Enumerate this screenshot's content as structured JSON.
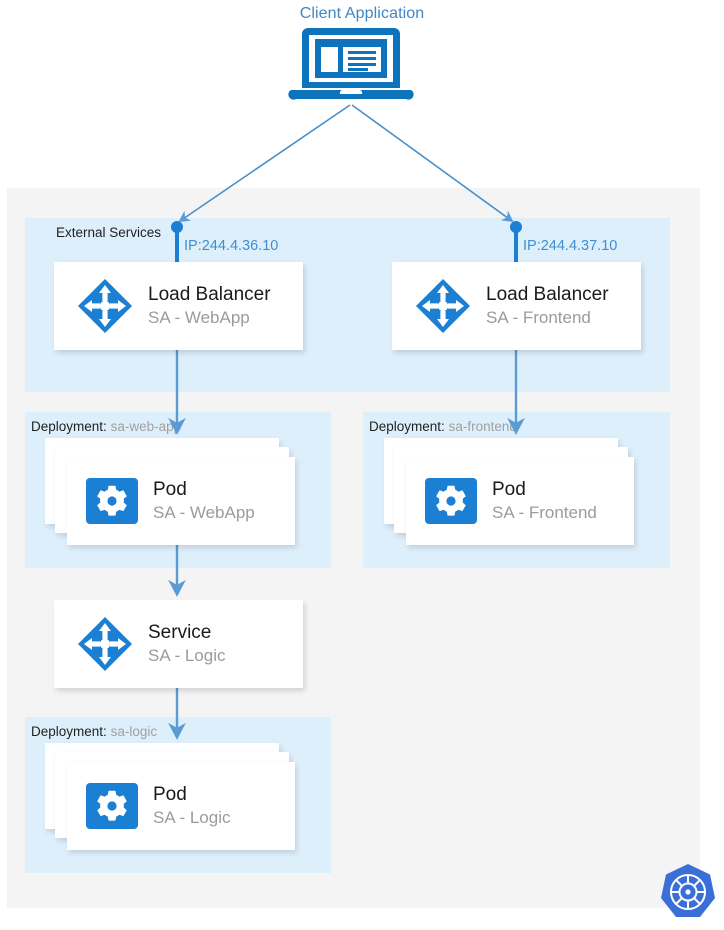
{
  "diagram": {
    "title": "Client Application",
    "client": {
      "label": "Client Application",
      "icon": "laptop-icon"
    },
    "cluster": {
      "background_color": "#f4f4f4",
      "panel_color": "#deeffc"
    },
    "groups": [
      {
        "id": "external-services",
        "label_strong": "External Services",
        "label_soft": "",
        "type": "external-services"
      },
      {
        "id": "deployment-sa-web-app",
        "label_strong": "Deployment:",
        "label_soft": "sa-web-app",
        "type": "deployment"
      },
      {
        "id": "deployment-sa-frontend",
        "label_strong": "Deployment:",
        "label_soft": "sa-frontend",
        "type": "deployment"
      },
      {
        "id": "deployment-sa-logic",
        "label_strong": "Deployment:",
        "label_soft": "sa-logic",
        "type": "deployment"
      }
    ],
    "nodes": [
      {
        "id": "lb-webapp",
        "title": "Load Balancer",
        "subtitle": "SA - WebApp",
        "icon": "load-balancer-icon",
        "ip": "IP:244.4.36.10"
      },
      {
        "id": "lb-frontend",
        "title": "Load Balancer",
        "subtitle": "SA - Frontend",
        "icon": "load-balancer-icon",
        "ip": "IP:244.4.37.10"
      },
      {
        "id": "pod-webapp",
        "title": "Pod",
        "subtitle": "SA - WebApp",
        "icon": "pod-gear-icon",
        "replicas": 3
      },
      {
        "id": "pod-frontend",
        "title": "Pod",
        "subtitle": "SA - Frontend",
        "icon": "pod-gear-icon",
        "replicas": 3
      },
      {
        "id": "service-logic",
        "title": "Service",
        "subtitle": "SA - Logic",
        "icon": "service-icon"
      },
      {
        "id": "pod-logic",
        "title": "Pod",
        "subtitle": "SA - Logic",
        "icon": "pod-gear-icon",
        "replicas": 3
      }
    ],
    "connections": [
      {
        "from": "client",
        "to": "lb-webapp",
        "style": "arrow"
      },
      {
        "from": "client",
        "to": "lb-frontend",
        "style": "arrow"
      },
      {
        "from": "lb-webapp",
        "to": "pod-webapp",
        "style": "arrow"
      },
      {
        "from": "lb-frontend",
        "to": "pod-frontend",
        "style": "arrow"
      },
      {
        "from": "pod-webapp",
        "to": "service-logic",
        "style": "arrow"
      },
      {
        "from": "service-logic",
        "to": "pod-logic",
        "style": "arrow"
      }
    ],
    "logo": {
      "name": "kubernetes-logo",
      "color": "#3a6fd8"
    },
    "colors": {
      "accent_blue": "#1b7fd4",
      "line_blue": "#5a9bd5",
      "title_blue": "#3f86c4",
      "muted_text": "#9b9b9b"
    }
  }
}
